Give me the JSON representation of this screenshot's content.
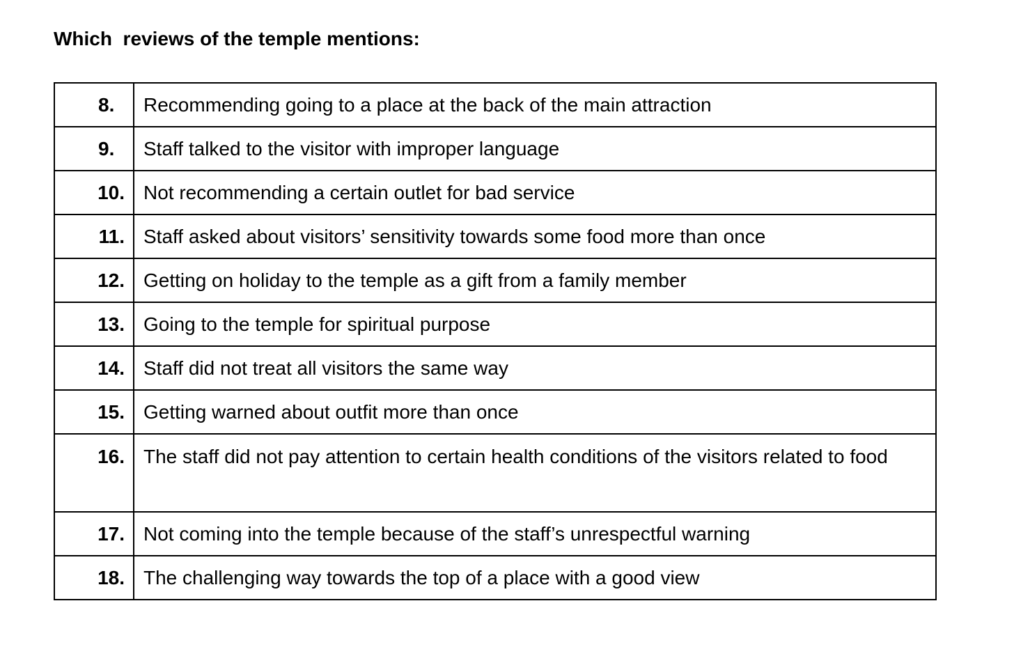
{
  "heading": "Which  reviews of the temple mentions:",
  "questions": [
    {
      "number": "8.",
      "text": "Recommending going to a place at the back of the main attraction"
    },
    {
      "number": "9.",
      "text": "Staff talked to the visitor with improper language"
    },
    {
      "number": "10.",
      "text": "Not recommending a certain outlet for bad service"
    },
    {
      "number": "11.",
      "text": "Staff asked about visitors’ sensitivity towards some food more than once"
    },
    {
      "number": "12.",
      "text": "Getting on holiday to the temple as a gift from a family member"
    },
    {
      "number": "13.",
      "text": "Going to the temple for spiritual purpose"
    },
    {
      "number": "14.",
      "text": "Staff did not treat all visitors the same way"
    },
    {
      "number": "15.",
      "text": "Getting warned about outfit more than once"
    },
    {
      "number": "16.",
      "text": "The staff did not pay attention to certain health conditions of the visitors related to food"
    },
    {
      "number": "17.",
      "text": "Not coming into the temple because of the staff’s unrespectful warning"
    },
    {
      "number": "18.",
      "text": "The challenging way towards the top of a place with a good view"
    }
  ]
}
